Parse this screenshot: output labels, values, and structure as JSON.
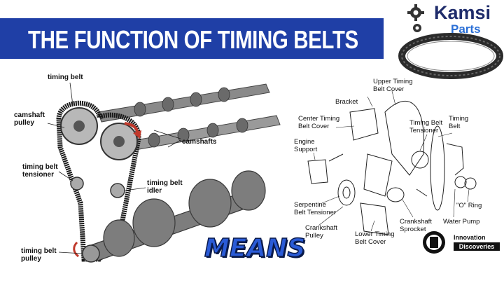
{
  "header": {
    "title": "THE FUNCTION OF TIMING BELTS",
    "banner_color": "#1f3fa6"
  },
  "logo": {
    "line1": "Kamsi",
    "line2": "Parts",
    "icon": "gear-icon"
  },
  "left_diagram": {
    "labels": {
      "timing_belt": "timing belt",
      "camshaft_pulley": "camshaft\npulley",
      "camshafts": "camshafts",
      "tensioner": "timing belt\ntensioner",
      "idler": "timing belt\nidler",
      "belt_pulley": "timing belt\npulley"
    }
  },
  "right_diagram": {
    "labels": {
      "upper_cover": "Upper Timing\nBelt Cover",
      "bracket": "Bracket",
      "center_cover": "Center Timing\nBelt Cover",
      "belt_tensioner": "Timing Belt\nTensioner",
      "timing_belt": "Timing\nBelt",
      "engine_support": "Engine\nSupport",
      "serpentine": "Serpentine\nBelt Tensioner",
      "o_ring": "\"O\" Ring",
      "crank_pulley": "Crankshaft\nPulley",
      "lower_cover": "Lower Timing\nBelt Cover",
      "crank_sprocket": "Crankshaft\nSprocket",
      "water_pump": "Water Pump"
    }
  },
  "overlay": {
    "means": "MEANS"
  },
  "badge": {
    "line1": "Innovation",
    "line2": "Discoveries"
  }
}
